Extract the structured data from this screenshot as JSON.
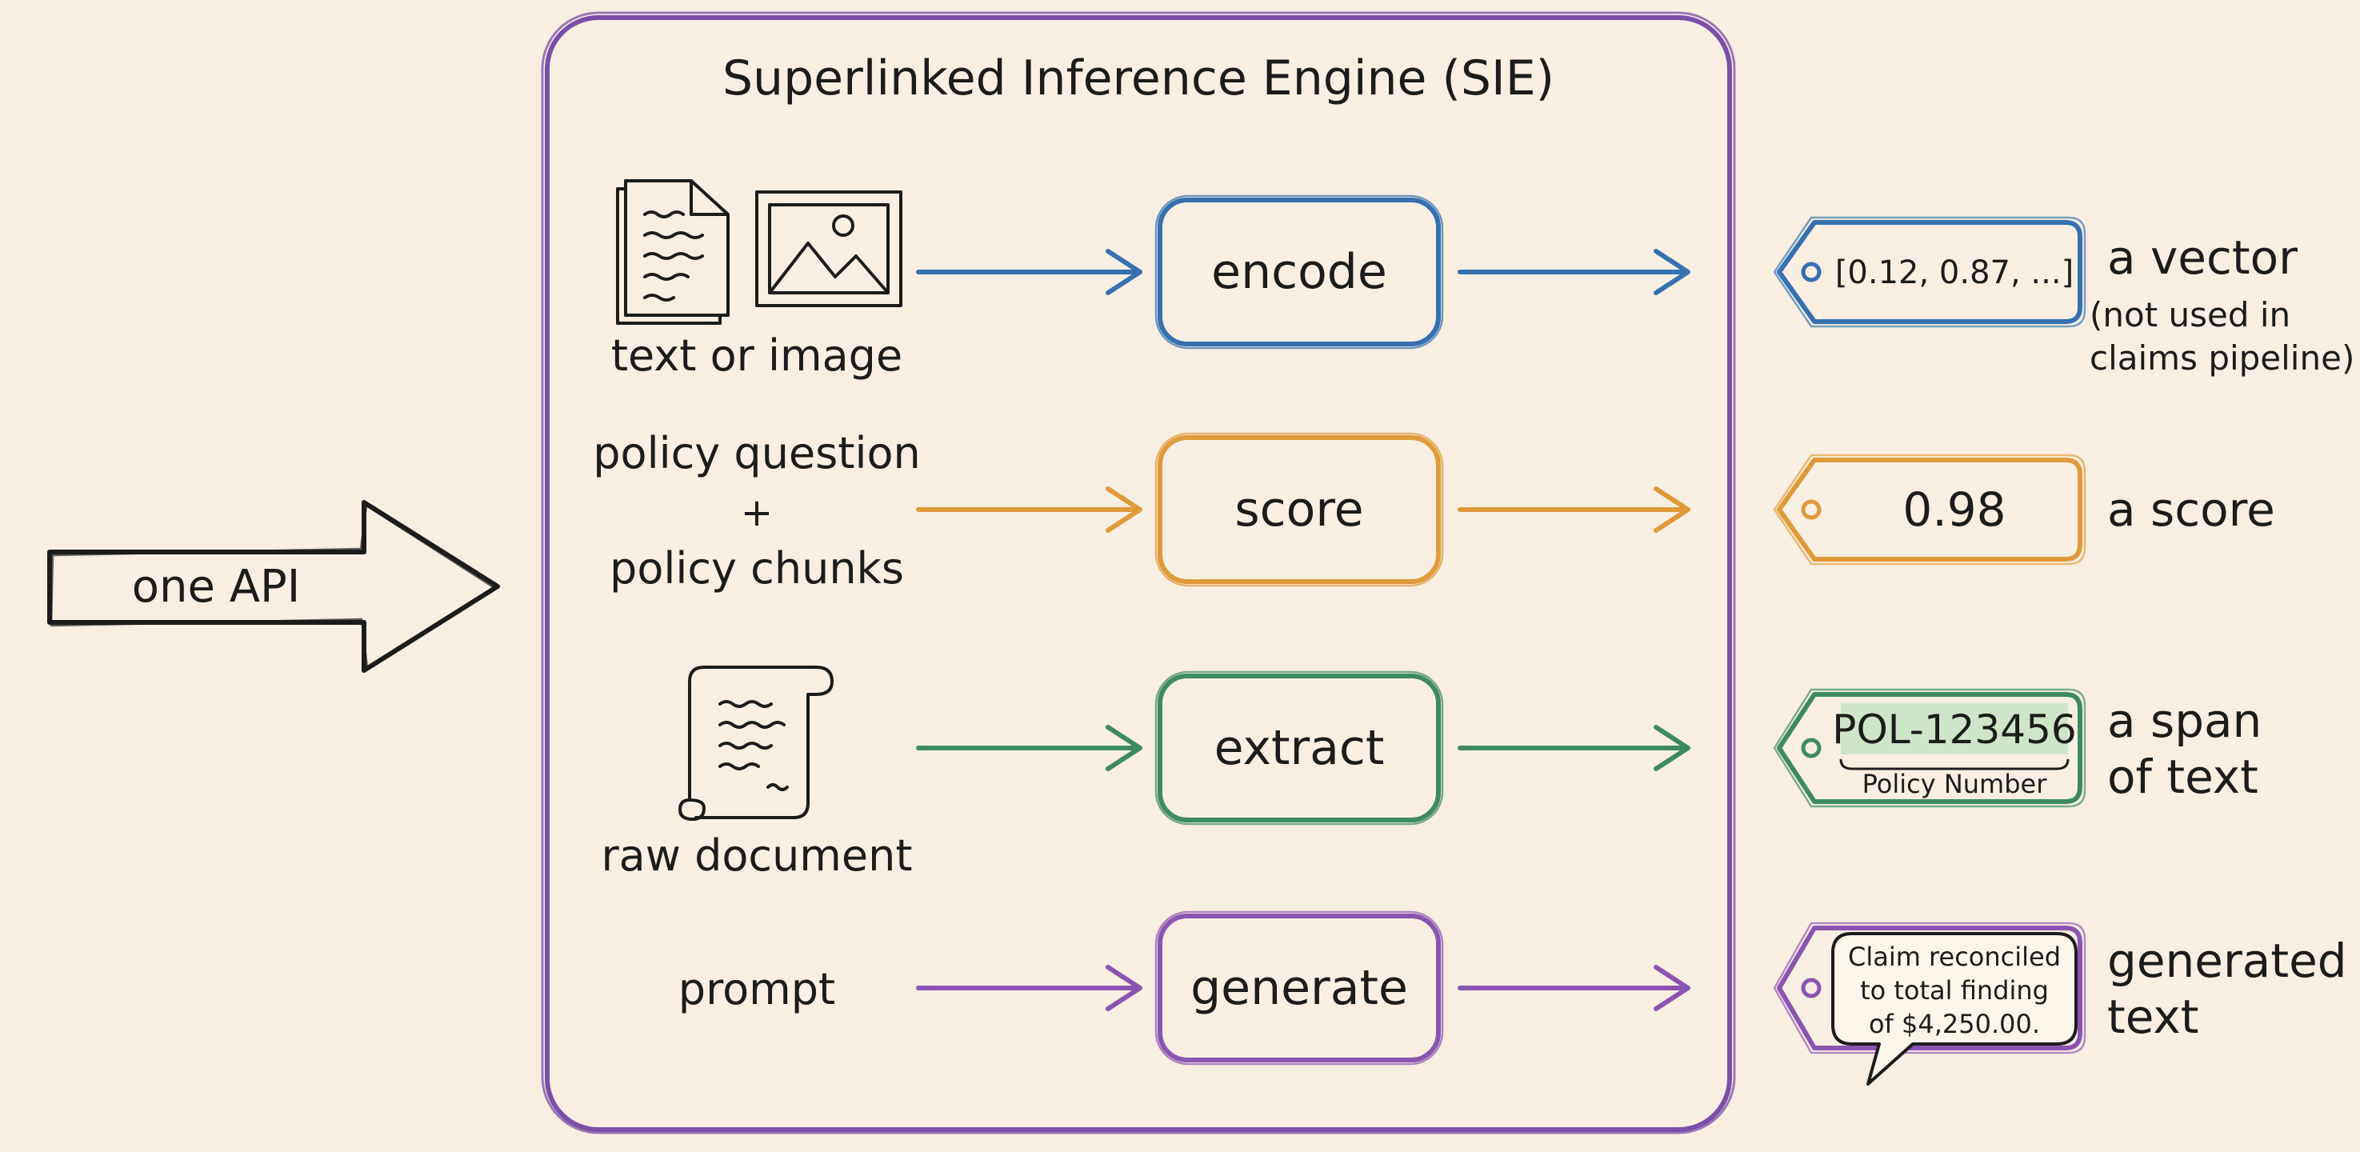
{
  "colors": {
    "background": "#f8efe2",
    "ink": "#1c1c1c",
    "frame": "#7b4fa8",
    "encode": "#3570b0",
    "score": "#e09a3a",
    "extract": "#3e8a63",
    "generate": "#8a55b2",
    "highlight": "#cfe5c9"
  },
  "entry": {
    "label": "one API"
  },
  "engine": {
    "title": "Superlinked Inference Engine (SIE)"
  },
  "rows": [
    {
      "id": "encode",
      "input_lines": [
        "text or image"
      ],
      "input_icons": [
        "document-icon",
        "image-icon"
      ],
      "operation": "encode",
      "output_kind": "vector",
      "output_text": "[0.12, 0.87, ...]",
      "result_lines": [
        "a vector"
      ],
      "result_note_lines": [
        "(not used in",
        "claims pipeline)"
      ]
    },
    {
      "id": "score",
      "input_lines": [
        "policy question",
        "+",
        "policy chunks"
      ],
      "input_icons": [],
      "operation": "score",
      "output_kind": "score",
      "output_text": "0.98",
      "result_lines": [
        "a score"
      ],
      "result_note_lines": []
    },
    {
      "id": "extract",
      "input_lines": [
        "raw document"
      ],
      "input_icons": [
        "scroll-icon"
      ],
      "operation": "extract",
      "output_kind": "span",
      "output_text": "POL-123456",
      "output_caption": "Policy Number",
      "result_lines": [
        "a span",
        "of text"
      ],
      "result_note_lines": []
    },
    {
      "id": "generate",
      "input_lines": [
        "prompt"
      ],
      "input_icons": [],
      "operation": "generate",
      "output_kind": "speech",
      "output_lines": [
        "Claim reconciled",
        "to total finding",
        "of $4,250.00."
      ],
      "result_lines": [
        "generated",
        "text"
      ],
      "result_note_lines": []
    }
  ]
}
